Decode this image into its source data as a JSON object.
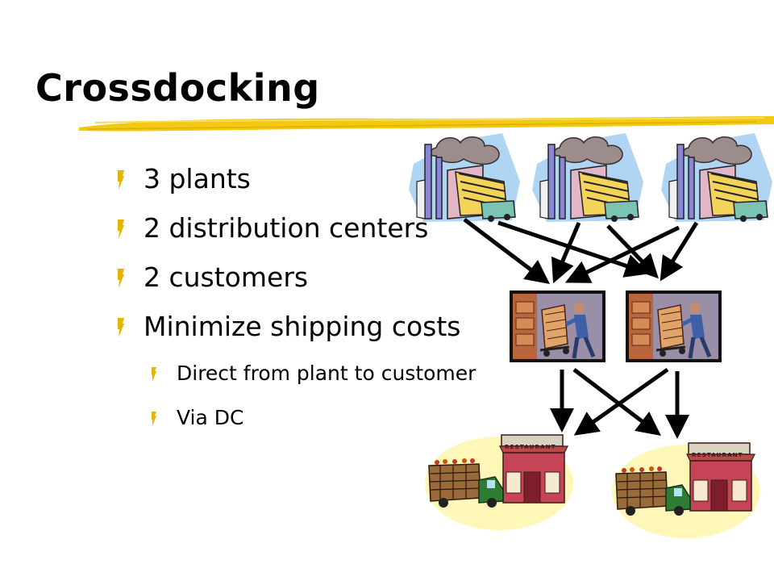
{
  "slide": {
    "title": "Crossdocking",
    "accent_color": "#F2C811",
    "bullets": [
      {
        "text": "3 plants",
        "level": 1
      },
      {
        "text": "2 distribution centers",
        "level": 1
      },
      {
        "text": "2 customers",
        "level": 1
      },
      {
        "text": "Minimize shipping costs",
        "level": 1
      },
      {
        "text": "Direct from plant to customer",
        "level": 2
      },
      {
        "text": "Via DC",
        "level": 2
      }
    ],
    "restaurant_sign": "RESTAURANT",
    "icons": {
      "plant": "factory-icon",
      "dc": "warehouse-worker-icon",
      "customer": "restaurant-truck-icon"
    }
  }
}
